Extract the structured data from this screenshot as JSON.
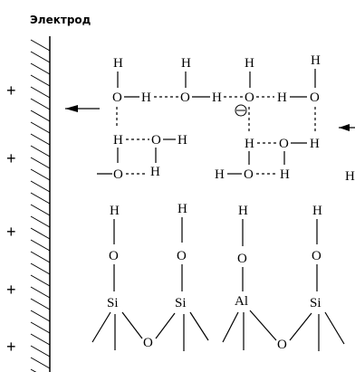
{
  "title": "Электрод",
  "plus_sign": "+",
  "plus_count": 5,
  "atoms": {
    "H": "H",
    "O": "O",
    "Si": "Si",
    "Al": "Al",
    "charge": "Θ"
  },
  "bonds": {
    "solid": "—",
    "dashed": "---"
  },
  "water_rows": {
    "row1": [
      "H",
      "O—H---",
      "O—H---",
      "O---H—O",
      "H"
    ],
    "row2": [
      "H---O—H",
      "H---O—H"
    ],
    "row3": [
      "—O---H",
      "H—O---H"
    ]
  },
  "surface": {
    "groups": [
      "Si",
      "Si",
      "Al",
      "Si"
    ]
  }
}
